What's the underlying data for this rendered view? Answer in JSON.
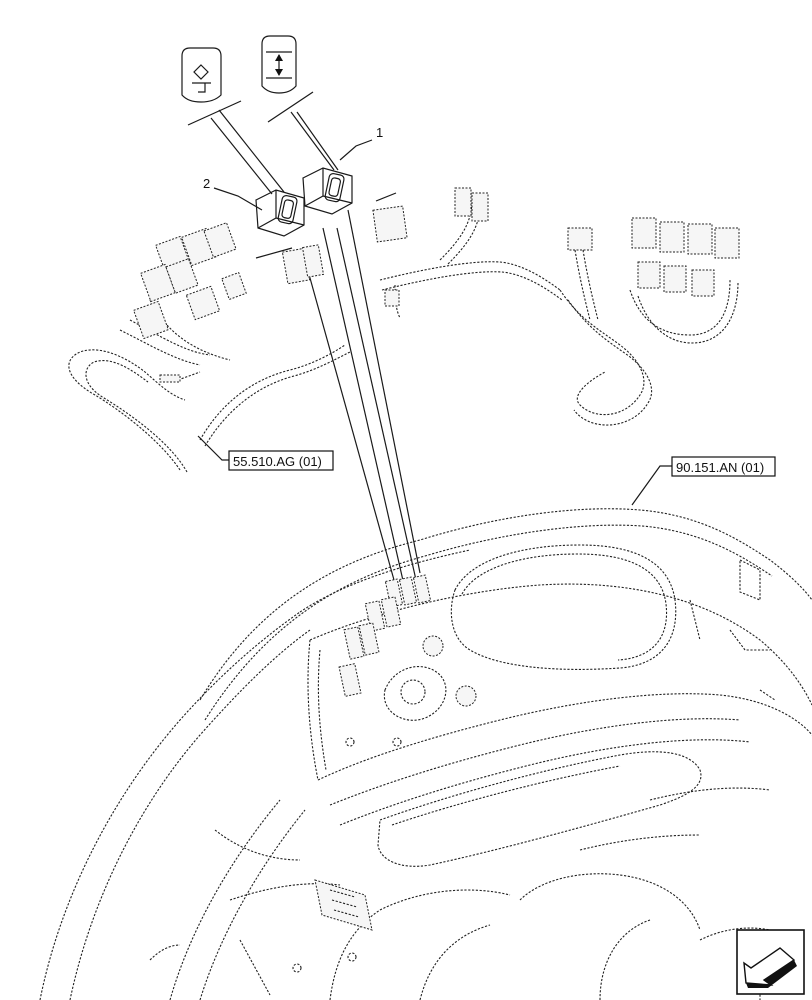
{
  "callouts": {
    "item_1": "1",
    "item_2": "2"
  },
  "references": {
    "left_harness": "55.510.AG (01)",
    "right_harness": "90.151.AN (01)"
  },
  "icons": {
    "switch_symbol_a": "hydraulic-lock-symbol-icon",
    "switch_symbol_b": "up-down-arrow-symbol-icon",
    "navigation": "navigation-arrow-icon"
  }
}
